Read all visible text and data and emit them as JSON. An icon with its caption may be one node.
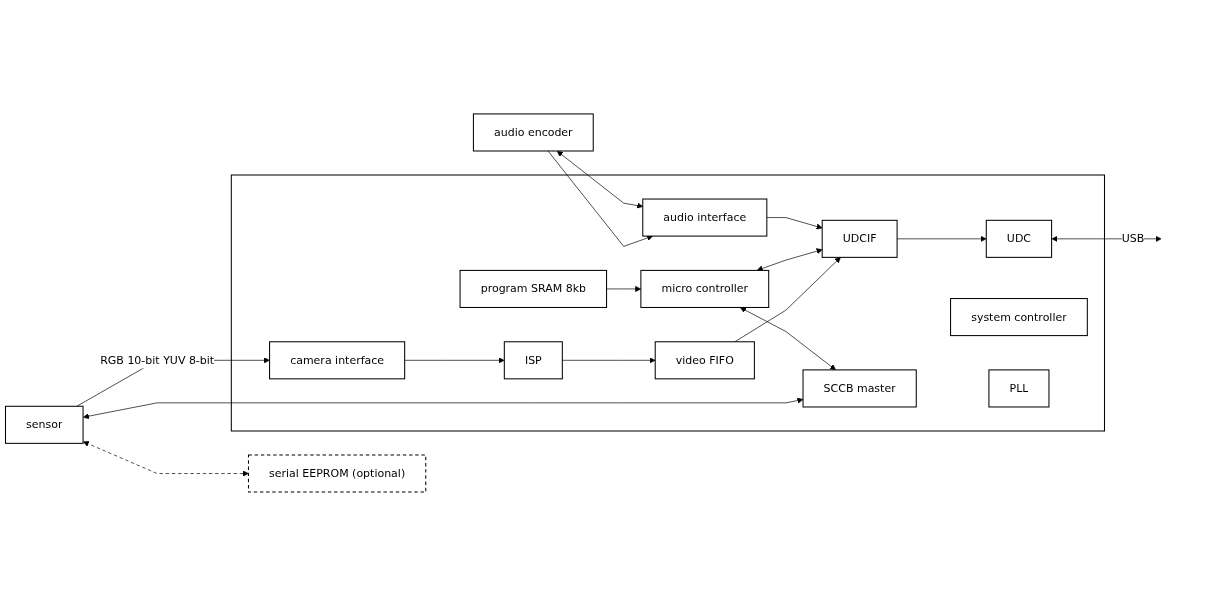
{
  "diagram": {
    "nodes": [
      {
        "text": [
          "sensor"
        ]
      },
      {
        "text": [],
        "shape": "box"
      },
      {
        "text": [
          "camera interface"
        ],
        "in": 1
      },
      {
        "text": [
          "ISP"
        ],
        "in": 1
      },
      {
        "text": [
          "video FIFO"
        ],
        "in": 1
      },
      {
        "text": [
          "UDCIF"
        ],
        "in": 1
      },
      {
        "text": [
          "UDC"
        ],
        "in": 1
      },
      {
        "text": [
          "SCCB master"
        ],
        "in": 1
      },
      {
        "text": [
          "program SRAM 8kb"
        ],
        "in": 1
      },
      {
        "text": [
          "micro controller"
        ],
        "in": 1
      },
      {
        "text": [
          "serial EEPROM (optional)"
        ]
      },
      {
        "text": [
          "system controller"
        ],
        "in": 1
      },
      {
        "text": [
          "audio encoder"
        ]
      },
      {
        "text": [
          "audio interface"
        ],
        "in": 1
      },
      {
        "text": [
          "PLL"
        ],
        "in": 1
      }
    ],
    "edges": [
      {
        "from": 0,
        "to": 2,
        "arrow": "to",
        "label": "RGB 10-bit YUV 8-bit"
      },
      {
        "from": 2,
        "to": 3,
        "arrow": "to"
      },
      {
        "from": 3,
        "to": 4,
        "arrow": "to"
      },
      {
        "from": 4,
        "to": 5,
        "arrow": "to"
      },
      {
        "from": 5,
        "to": 6,
        "arrow": "to"
      },
      {
        "from": 6,
        "to": null,
        "arrow": "both",
        "label": "USB"
      },
      {
        "from": 0,
        "to": 7,
        "arrow": "both"
      },
      {
        "from": 0,
        "to": 10,
        "arrow": "both",
        "style": "dashed"
      },
      {
        "from": 9,
        "to": 7,
        "arrow": "both"
      },
      {
        "from": 8,
        "to": 9,
        "arrow": "to"
      },
      {
        "from": 9,
        "to": 5,
        "arrow": "both"
      },
      {
        "from": 12,
        "to": 13,
        "arrow": "to"
      },
      {
        "from": 12,
        "to": 13,
        "arrow": "both"
      },
      {
        "from": 13,
        "to": 5,
        "arrow": "to"
      }
    ]
  }
}
